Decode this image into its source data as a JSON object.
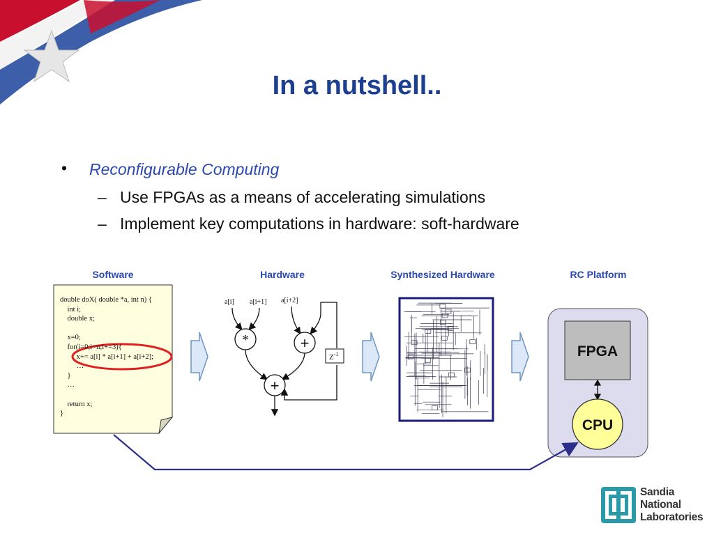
{
  "slide": {
    "title": "In a nutshell..",
    "bullets": [
      {
        "text": "Reconfigurable Computing",
        "children": [
          "Use FPGAs as a means of accelerating simulations",
          "Implement key computations in hardware: soft-hardware"
        ]
      }
    ]
  },
  "diagram": {
    "stages": [
      "Software",
      "Hardware",
      "Synthesized Hardware",
      "RC Platform"
    ],
    "code_lines": [
      "double doX( double *a, int n) {",
      "    int i;",
      "    double x;",
      "",
      "    x=0;",
      "    for(i=0;i<n;i+=3){",
      "         x+= a[i] * a[i+1] + a[i+2];",
      "         …",
      "    }",
      "    …",
      "",
      "    return x;",
      "}"
    ],
    "hardware": {
      "inputs": [
        "a[i]",
        "a[i+1]",
        "a[i+2]"
      ],
      "mul_op": "*",
      "add_op": "+",
      "delay_label": "Z",
      "delay_exp": "-1"
    },
    "platform": {
      "fpga_label": "FPGA",
      "cpu_label": "CPU"
    }
  },
  "logo": {
    "lines": [
      "Sandia",
      "National",
      "Laboratories"
    ]
  },
  "colors": {
    "title": "#1c3f8f",
    "accent_blue": "#2a48b0",
    "highlight_ellipse": "#e02020",
    "arrow_fill": "#dce8f7",
    "arrow_stroke": "#6f95c4",
    "platform_bg": "#dcdcee",
    "fpga_bg": "#bdbdbd",
    "cpu_bg": "#ffff99",
    "connector": "#2d2d8a",
    "logo_teal": "#2b9aa8"
  }
}
